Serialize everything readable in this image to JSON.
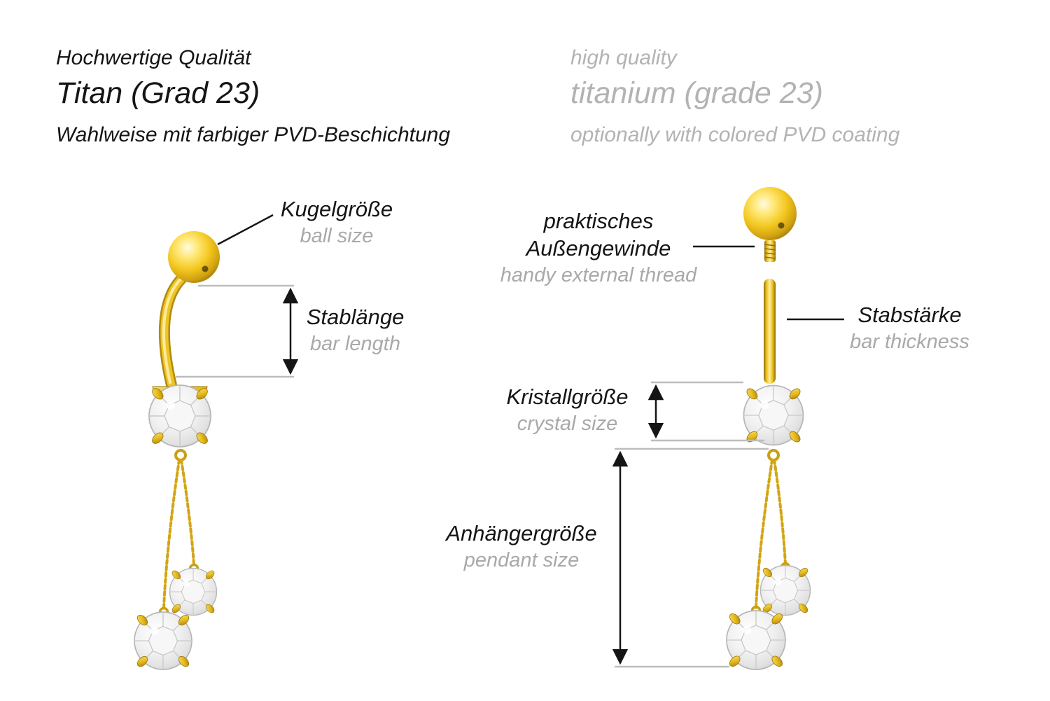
{
  "header": {
    "german": {
      "quality": "Hochwertige Qualität",
      "material": "Titan (Grad 23)",
      "coating": "Wahlweise mit farbiger PVD-Beschichtung"
    },
    "english": {
      "quality": "high quality",
      "material": "titanium (grade 23)",
      "coating": "optionally with colored PVD coating"
    }
  },
  "annotations": {
    "ball_size": {
      "de": "Kugelgröße",
      "en": "ball size"
    },
    "bar_length": {
      "de": "Stablänge",
      "en": "bar length"
    },
    "external_thread": {
      "de_line1": "praktisches",
      "de_line2": "Außengewinde",
      "en": "handy external thread"
    },
    "bar_thickness": {
      "de": "Stabstärke",
      "en": "bar thickness"
    },
    "crystal_size": {
      "de": "Kristallgröße",
      "en": "crystal size"
    },
    "pendant_size": {
      "de": "Anhängergröße",
      "en": "pendant size"
    }
  },
  "illustrations": {
    "left": "gold-curved-banana-barbell-with-crystal-and-chain-pendant",
    "right": "gold-barbell-exploded-view-with-external-thread-ball"
  },
  "colors": {
    "gold": "#efc118",
    "gold_dark": "#8f6c0a",
    "gold_light": "#ffee9e",
    "crystal": "#ececec",
    "text_primary": "#151515",
    "text_secondary": "#a9a9a9",
    "measure_line": "#bdbdbd",
    "pointer_line": "#151515",
    "background": "#ffffff"
  }
}
